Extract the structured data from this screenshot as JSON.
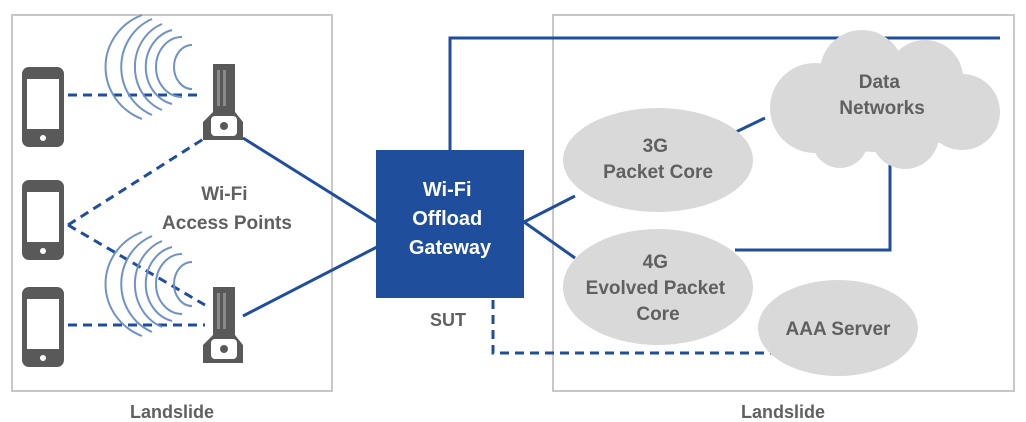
{
  "diagram": {
    "left_panel_label": "Landslide",
    "right_panel_label": "Landslide",
    "access_points_label": [
      "Wi-Fi",
      "Access Points"
    ],
    "gateway_label": [
      "Wi-Fi",
      "Offload",
      "Gateway"
    ],
    "sut_label": "SUT",
    "core_3g_label": [
      "3G",
      "Packet Core"
    ],
    "core_4g_label": [
      "4G",
      "Evolved Packet",
      "Core"
    ],
    "aaa_label": "AAA Server",
    "data_networks_label": [
      "Data",
      "Networks"
    ]
  },
  "colors": {
    "line_blue": "#1f4e9c",
    "gateway_fill": "#1f4e9c",
    "ellipse_fill": "#d9d9d9",
    "text_gray": "#606060",
    "device_gray": "#595959",
    "panel_border": "#c8c8c8",
    "wave_blue": "#6f93c9"
  }
}
